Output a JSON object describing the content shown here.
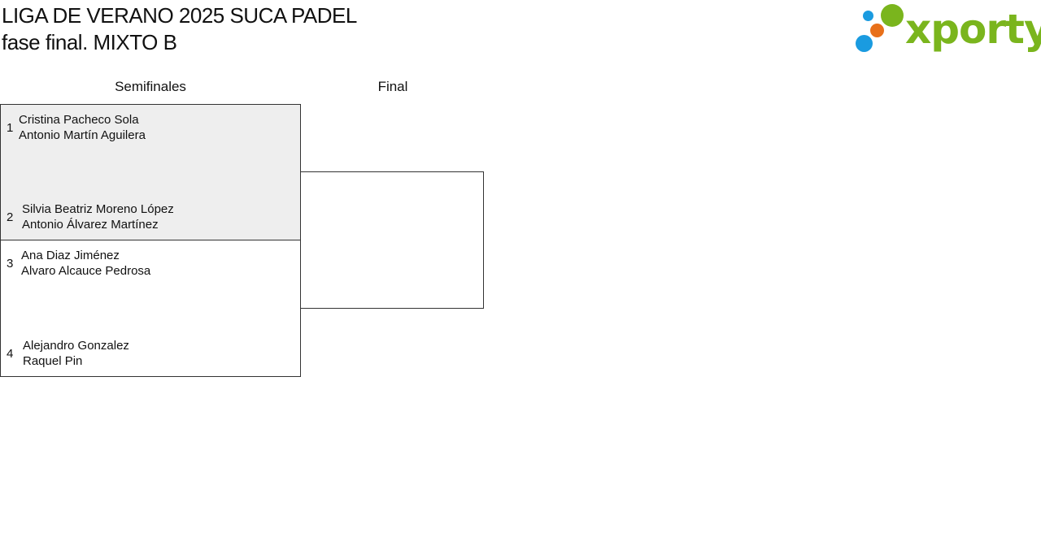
{
  "header": {
    "title_line1": "LIGA DE VERANO 2025 SUCA PADEL",
    "title_line2": "fase final. MIXTO B"
  },
  "logo": {
    "text": "xporty",
    "brand_color": "#7ab51d",
    "dot_colors": [
      "#1a9be0",
      "#7ab51d",
      "#e8701a",
      "#1a9be0"
    ]
  },
  "rounds": {
    "semifinals_label": "Semifinales",
    "final_label": "Final"
  },
  "semifinals": [
    {
      "shaded": true,
      "slots": [
        {
          "seed": "1",
          "player1": "Cristina Pacheco Sola",
          "player2": "Antonio Martín Aguilera"
        },
        {
          "seed": "2",
          "player1": "Silvia Beatriz Moreno López",
          "player2": "Antonio Álvarez Martínez"
        }
      ]
    },
    {
      "shaded": false,
      "slots": [
        {
          "seed": "3",
          "player1": "Ana Diaz Jiménez",
          "player2": "Alvaro Alcauce Pedrosa"
        },
        {
          "seed": "4",
          "player1": "Alejandro Gonzalez",
          "player2": "Raquel Pin"
        }
      ]
    }
  ],
  "colors": {
    "shaded_match": "#eeeeee",
    "border": "#333333"
  }
}
